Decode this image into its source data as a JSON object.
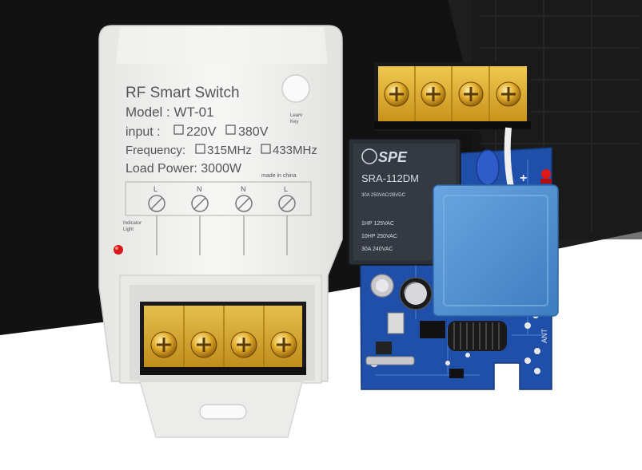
{
  "housing": {
    "title": "RF Smart Switch",
    "model": "Model : WT-01",
    "input_label": "input :",
    "input_220": "220V",
    "input_380": "380V",
    "frequency_label": "Frequency:",
    "freq_315": "315MHz",
    "freq_433": "433MHz",
    "load_power": "Load Power: 3000W",
    "made_in": "made in china",
    "learn_key_1": "Learn",
    "learn_key_2": "Key",
    "indicator_1": "Indicator",
    "indicator_2": "Light",
    "terminal_labels": [
      "L",
      "N",
      "N",
      "L"
    ]
  },
  "board": {
    "relay_brand": "SPE",
    "relay_model": "SRA-112DM",
    "relay_line1": "30A 250VAC/28VDC",
    "relay_line2": "1HP 125VAC",
    "relay_line3": "10HP 250VAC",
    "relay_line4": "30A 240VAC",
    "ant_label": "ANT",
    "plus_sign": "+"
  },
  "colors": {
    "housing": "#f2f2f0",
    "terminal_brass": "#d9a520",
    "terminal_amber": "#e8b830",
    "pcb_blue": "#1f4fa8",
    "transformer_blue": "#4f8fd0",
    "relay_dark": "#2b2f36",
    "background_dark": "#151515"
  }
}
